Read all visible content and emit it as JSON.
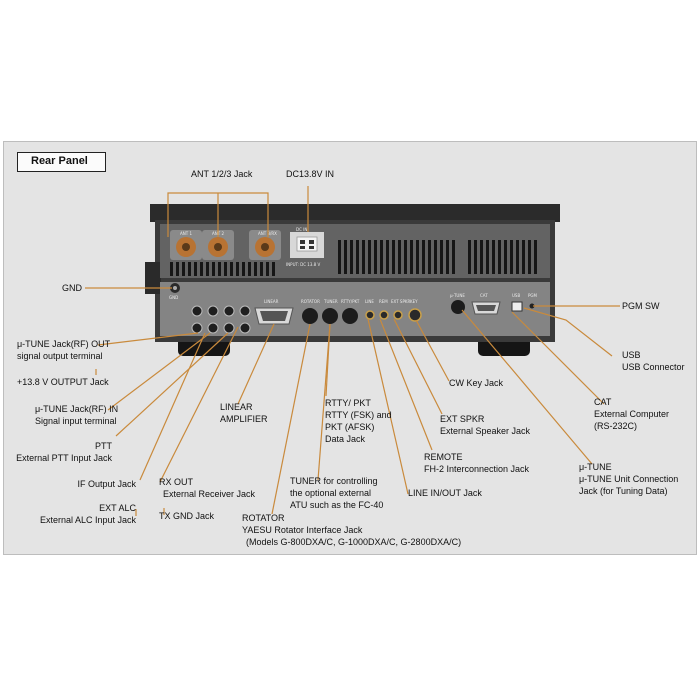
{
  "title": "Rear Panel",
  "colors": {
    "panel_bg": "#e4e4e4",
    "leader": "#c98a3c",
    "device": "#3a3a3a"
  },
  "labels": {
    "ant": "ANT 1/2/3 Jack",
    "dc": "DC13.8V IN",
    "gnd": "GND",
    "mutune_out_1": "μ-TUNE Jack(RF) OUT",
    "mutune_out_2": "signal output terminal",
    "output138": "+13.8 V OUTPUT Jack",
    "mutune_in_1": "μ-TUNE Jack(RF) IN",
    "mutune_in_2": "Signal input terminal",
    "ptt_1": "PTT",
    "ptt_2": "External PTT Input Jack",
    "if_out": "IF Output Jack",
    "ext_alc_1": "EXT ALC",
    "ext_alc_2": "External ALC Input Jack",
    "rx_out_1": "RX OUT",
    "rx_out_2": "External Receiver Jack",
    "tx_gnd": "TX GND Jack",
    "linear_1": "LINEAR",
    "linear_2": "AMPLIFIER",
    "rotator_1": "ROTATOR",
    "rotator_2": "YAESU Rotator Interface Jack",
    "rotator_3": "(Models G-800DXA/C, G-1000DXA/C, G-2800DXA/C)",
    "rtty_1": "RTTY/ PKT",
    "rtty_2": "RTTY (FSK) and",
    "rtty_3": "PKT (AFSK)",
    "rtty_4": "Data Jack",
    "tuner_1": "TUNER for controlling",
    "tuner_2": "the optional external",
    "tuner_3": "ATU such as the FC-40",
    "line_io": "LINE IN/OUT Jack",
    "remote_1": "REMOTE",
    "remote_2": "FH-2 Interconnection Jack",
    "ext_spkr_1": "EXT SPKR",
    "ext_spkr_2": "External Speaker Jack",
    "cw_key": "CW Key Jack",
    "pgm_sw": "PGM SW",
    "usb_1": "USB",
    "usb_2": "USB Connector",
    "cat_1": "CAT",
    "cat_2": "External Computer",
    "cat_3": "(RS-232C)",
    "mutune_unit_1": "μ-TUNE",
    "mutune_unit_2": "μ-TUNE Unit Connection",
    "mutune_unit_3": "Jack (for Tuning Data)"
  },
  "device_marks": {
    "ant1": "ANT 1",
    "ant2": "ANT 2",
    "ant3": "ANT 3/RX",
    "dcin": "DC IN",
    "dcin_spec": "INPUT: DC 13.8 V",
    "gnd": "GND",
    "linear": "LINEAR",
    "rotator": "ROTATOR",
    "tuner": "TUNER",
    "rtty": "RTTY/PKT",
    "line": "LINE",
    "rem": "REM",
    "ext_spkr": "EXT SPKR",
    "key": "KEY",
    "mu_tune": "μ-TUNE",
    "cat": "CAT",
    "usb": "USB",
    "pgm": "PGM"
  }
}
